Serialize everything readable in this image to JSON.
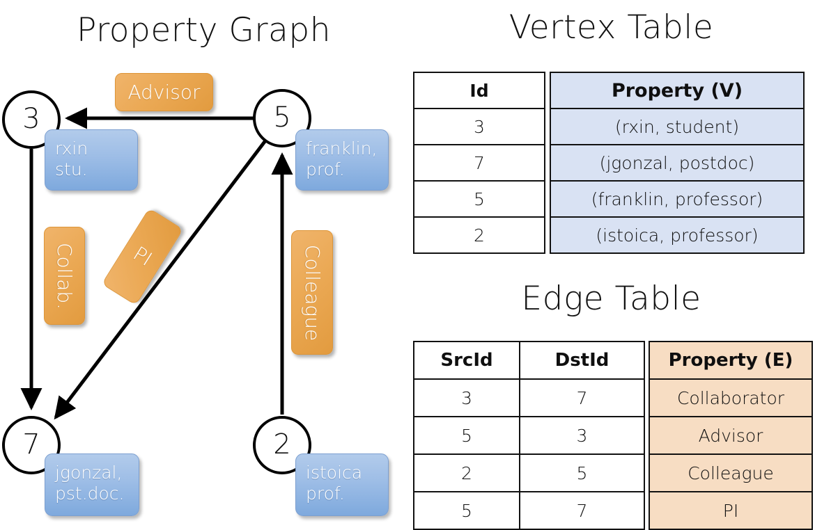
{
  "titles": {
    "property_graph": "Property Graph",
    "vertex_table": "Vertex Table",
    "edge_table": "Edge Table"
  },
  "colors": {
    "vertex_property_bg": "#d9e2f3",
    "edge_property_bg": "#f7ddc3",
    "node_box_blue": "#9dbde6",
    "edge_label_orange": "#eba955",
    "stroke": "#111111"
  },
  "graph": {
    "nodes": [
      {
        "id": "3",
        "property_lines": [
          "rxin",
          "stu."
        ]
      },
      {
        "id": "5",
        "property_lines": [
          "franklin,",
          "prof."
        ]
      },
      {
        "id": "7",
        "property_lines": [
          "jgonzal,",
          "pst.doc."
        ]
      },
      {
        "id": "2",
        "property_lines": [
          "istoica",
          "prof."
        ]
      }
    ],
    "edge_labels": [
      {
        "name": "advisor",
        "text": "Advisor"
      },
      {
        "name": "collab",
        "text": "Collab."
      },
      {
        "name": "pi",
        "text": "PI"
      },
      {
        "name": "colleague",
        "text": "Colleague"
      }
    ]
  },
  "vertex_table": {
    "headers": [
      "Id",
      "Property (V)"
    ],
    "rows": [
      {
        "id": "3",
        "property": "(rxin, student)"
      },
      {
        "id": "7",
        "property": "(jgonzal, postdoc)"
      },
      {
        "id": "5",
        "property": "(franklin, professor)"
      },
      {
        "id": "2",
        "property": "(istoica, professor)"
      }
    ]
  },
  "edge_table": {
    "headers": [
      "SrcId",
      "DstId",
      "Property (E)"
    ],
    "rows": [
      {
        "src": "3",
        "dst": "7",
        "property": "Collaborator"
      },
      {
        "src": "5",
        "dst": "3",
        "property": "Advisor"
      },
      {
        "src": "2",
        "dst": "5",
        "property": "Colleague"
      },
      {
        "src": "5",
        "dst": "7",
        "property": "PI"
      }
    ]
  }
}
